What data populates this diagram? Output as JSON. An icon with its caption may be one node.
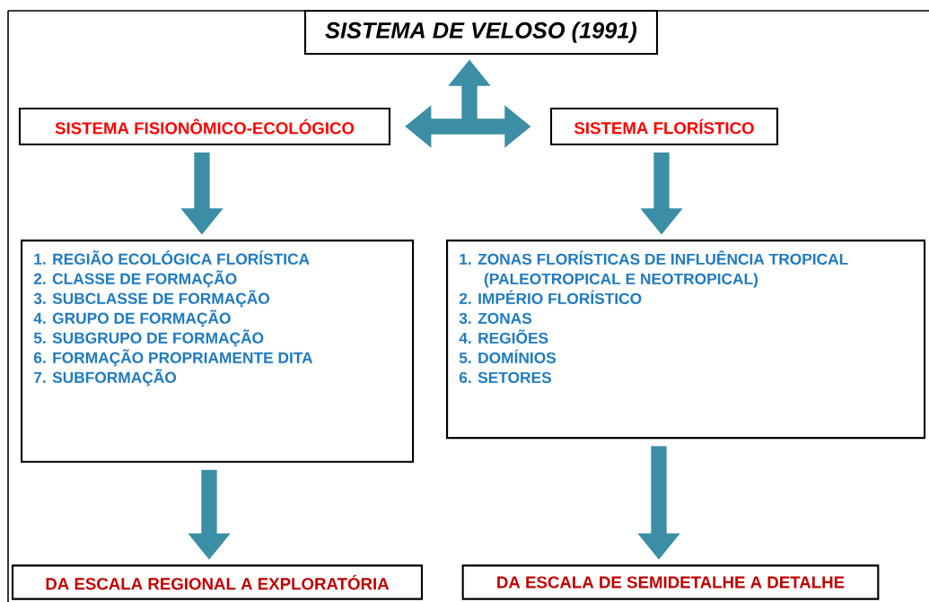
{
  "diagram": {
    "nodes": [
      {
        "text": [
          "SISTEMA DE VELOSO (1991)"
        ]
      },
      {
        "text": [
          "SISTEMA FISIONÔMICO-ECOLÓGICO"
        ]
      },
      {
        "text": [
          "SISTEMA FLORÍSTICO"
        ]
      },
      {
        "text": [
          "1. REGIÃO ECOLÓGICA FLORÍSTICA",
          "2. CLASSE DE FORMAÇÃO",
          "3. SUBCLASSE DE FORMAÇÃO",
          "4. GRUPO DE FORMAÇÃO",
          "5. SUBGRUPO DE FORMAÇÃO",
          "6. FORMAÇÃO PROPRIAMENTE DITA",
          "7. SUBFORMAÇÃO"
        ]
      },
      {
        "text": [
          "1. ZONAS FLORÍSTICAS DE INFLUÊNCIA TROPICAL (PALEOTROPICAL E NEOTROPICAL)",
          "2. IMPÉRIO FLORÍSTICO",
          "3. ZONAS",
          "4. REGIÕES",
          "5. DOMÍNIOS",
          "6. SETORES"
        ]
      },
      {
        "text": [
          "DA ESCALA REGIONAL A EXPLORATÓRIA"
        ]
      },
      {
        "text": [
          "DA ESCALA DE SEMIDETALHE A DETALHE"
        ]
      }
    ],
    "edges": [
      {
        "from": 1,
        "to": 2,
        "arrow": "both"
      },
      {
        "from": null,
        "to": 0,
        "arrow": "to"
      },
      {
        "from": 1,
        "to": 3,
        "arrow": "to"
      },
      {
        "from": 2,
        "to": 4,
        "arrow": "to"
      },
      {
        "from": 3,
        "to": 5,
        "arrow": "to"
      },
      {
        "from": 4,
        "to": 6,
        "arrow": "to"
      }
    ]
  }
}
